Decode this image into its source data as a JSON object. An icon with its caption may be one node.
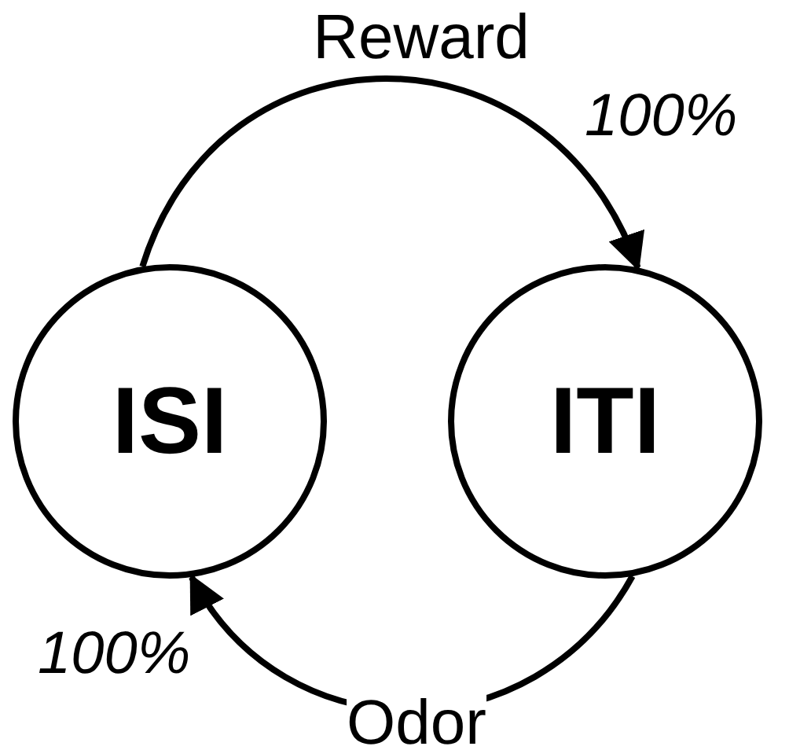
{
  "diagram": {
    "nodes": [
      {
        "text": [
          "ISI"
        ]
      },
      {
        "text": [
          "ITI"
        ]
      }
    ],
    "edges": [
      {
        "from": 0,
        "to": 1,
        "arrow": "to",
        "label": "Reward"
      },
      {
        "from": 1,
        "to": 0,
        "arrow": "to",
        "label": "Odor"
      }
    ],
    "labels": [
      "100%",
      "100%"
    ]
  }
}
